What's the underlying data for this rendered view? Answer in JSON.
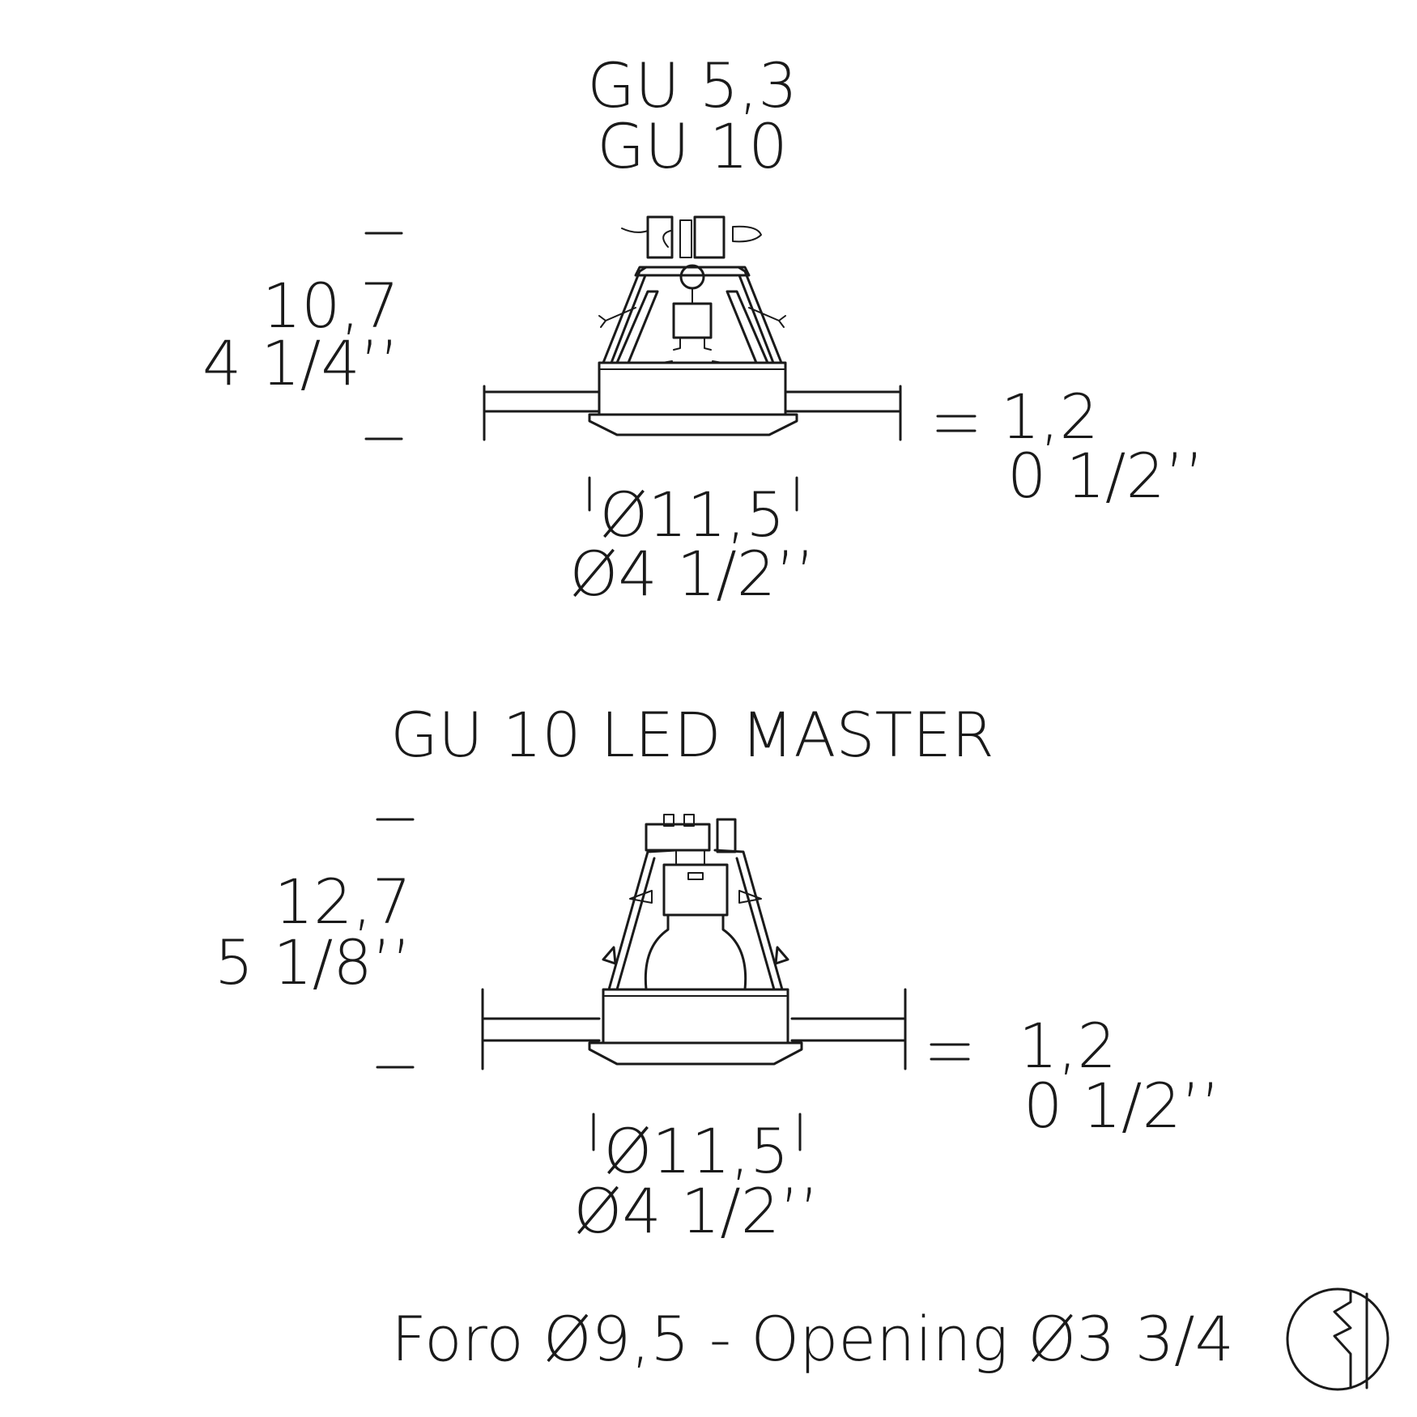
{
  "top": {
    "title_line1": "GU 5,3",
    "title_line2": "GU 10",
    "height_cm": "10,7",
    "height_in": "4 1/4’’",
    "diameter_cm": "Ø11,5",
    "diameter_in": "Ø4 1/2’’",
    "ceiling_cm": "1,2",
    "ceiling_in": "0 1/2’’"
  },
  "bottom": {
    "title": "GU 10 LED MASTER",
    "height_cm": "12,7",
    "height_in": "5 1/8’’",
    "diameter_cm": "Ø11,5",
    "diameter_in": "Ø4 1/2’’",
    "ceiling_cm": "1,2",
    "ceiling_in": "0 1/2’’"
  },
  "footer": {
    "opening": "Foro Ø9,5 - Opening Ø3 3/4"
  },
  "icons": {
    "ceiling_symbol": "plasterboard-ceiling-icon"
  }
}
